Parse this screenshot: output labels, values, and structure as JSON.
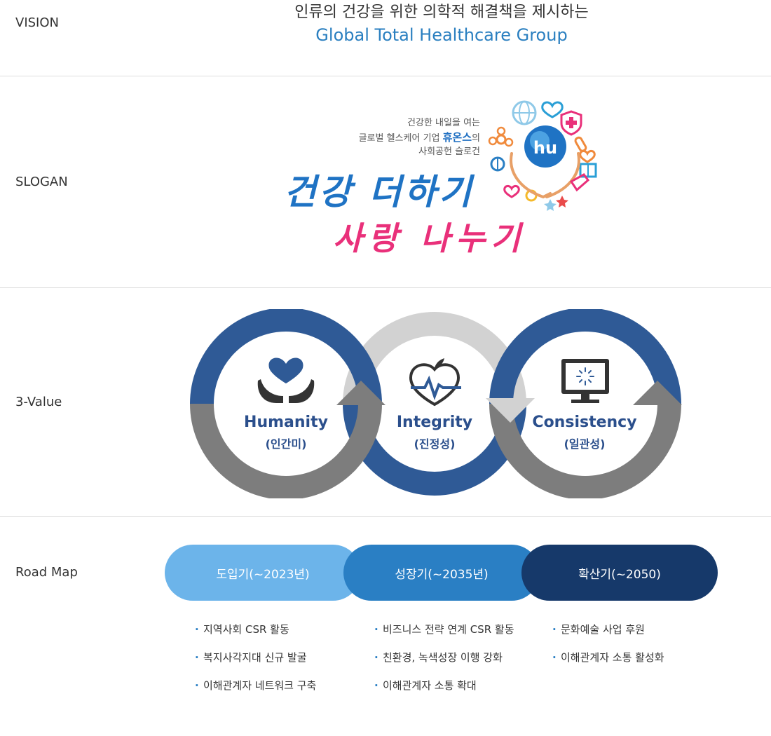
{
  "vision": {
    "label": "VISION",
    "line1": "인류의 건강을 위한 의학적 해결책을 제시하는",
    "line2": "Global Total Healthcare Group"
  },
  "slogan": {
    "label": "SLOGAN",
    "small_line1": "건강한 내일을 여는",
    "small_line2_pre": "글로벌 헬스케어 기업 ",
    "small_line2_brand": "휴온스",
    "small_line2_post": "의",
    "small_line3": "사회공헌 슬로건",
    "big_line1": "건강 더하기",
    "big_line2": "사랑 나누기",
    "emblem_text": "hu"
  },
  "value": {
    "label": "3-Value",
    "items": [
      {
        "title": "Humanity",
        "sub": "(인간미)",
        "icon": "heart-hands-icon"
      },
      {
        "title": "Integrity",
        "sub": "(진정성)",
        "icon": "apple-heartbeat-icon"
      },
      {
        "title": "Consistency",
        "sub": "(일관성)",
        "icon": "monitor-icon"
      }
    ],
    "colors": {
      "dark_blue": "#2f5a96",
      "gray": "#7d7d7d",
      "light_gray": "#d2d2d2",
      "text_blue": "#2b4f8c"
    }
  },
  "roadmap": {
    "label": "Road Map",
    "phases": [
      {
        "title": "도입기(~2023년)",
        "items": [
          "지역사회 CSR 활동",
          "복지사각지대 신규 발굴",
          "이해관계자 네트워크 구축"
        ]
      },
      {
        "title": "성장기(~2035년)",
        "items": [
          "비즈니스 전략 연계 CSR 활동",
          "친환경, 녹색성장 이행 강화",
          "이해관계자 소통 확대"
        ]
      },
      {
        "title": "확산기(~2050)",
        "items": [
          "문화예술 사업 후원",
          "이해관계자 소통 활성화"
        ]
      }
    ],
    "colors": [
      "#6cb4ea",
      "#2a7fc4",
      "#16396a"
    ]
  }
}
